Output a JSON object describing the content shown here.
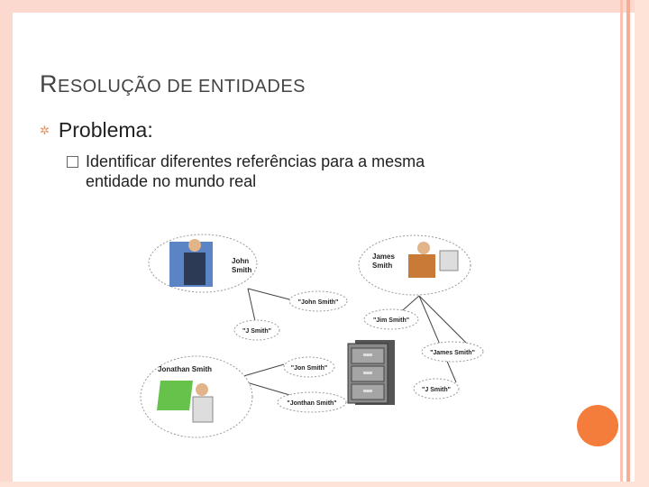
{
  "slide": {
    "title_first": "R",
    "title_rest": "esolução de entidades",
    "bullet_symbol": "✲",
    "bullet_text": "Problema:",
    "sub_bullet_text": "Identificar diferentes referências para a mesma entidade no mundo real"
  },
  "diagram": {
    "john_smith": "John Smith",
    "james_smith": "James Smith",
    "jonathan_smith": "Jonathan Smith",
    "refs": {
      "john_smith_q": "\"John Smith\"",
      "j_smith_left": "\"J Smith\"",
      "jim_smith": "\"Jim Smith\"",
      "james_smith_q": "\"James Smith\"",
      "jon_smith": "\"Jon Smith\"",
      "j_smith_right": "\"J Smith\"",
      "jonthan_smith": "\"Jonthan Smith\""
    }
  },
  "colors": {
    "frame": "#fcd9cf",
    "accent": "#f47d3b"
  }
}
